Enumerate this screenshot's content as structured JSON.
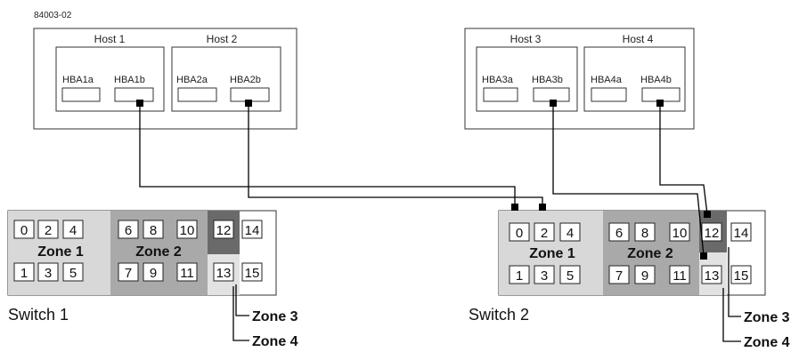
{
  "figure_id": "84003-02",
  "hosts_left": [
    "Host 1",
    "Host 2"
  ],
  "hosts_right": [
    "Host 3",
    "Host 4"
  ],
  "hbas": {
    "host1": [
      "HBA1a",
      "HBA1b"
    ],
    "host2": [
      "HBA2a",
      "HBA2b"
    ],
    "host3": [
      "HBA3a",
      "HBA3b"
    ],
    "host4": [
      "HBA4a",
      "HBA4b"
    ]
  },
  "switch1": {
    "label": "Switch 1",
    "top_ports": [
      "0",
      "2",
      "4",
      "6",
      "8",
      "10",
      "12",
      "14"
    ],
    "bottom_ports": [
      "1",
      "3",
      "5",
      "7",
      "9",
      "11",
      "13",
      "15"
    ],
    "zones": [
      "Zone 1",
      "Zone 2",
      "Zone 3",
      "Zone 4"
    ]
  },
  "switch2": {
    "label": "Switch 2",
    "top_ports": [
      "0",
      "2",
      "4",
      "6",
      "8",
      "10",
      "12",
      "14"
    ],
    "bottom_ports": [
      "1",
      "3",
      "5",
      "7",
      "9",
      "11",
      "13",
      "15"
    ],
    "zones": [
      "Zone 1",
      "Zone 2",
      "Zone 3",
      "Zone 4"
    ]
  },
  "colors": {
    "zone1": "#d8d8d8",
    "zone2": "#a9a9a9",
    "zone3": "#6a6a6a",
    "zone4": "#e2e2e2",
    "port_fill": "#ffffff"
  }
}
